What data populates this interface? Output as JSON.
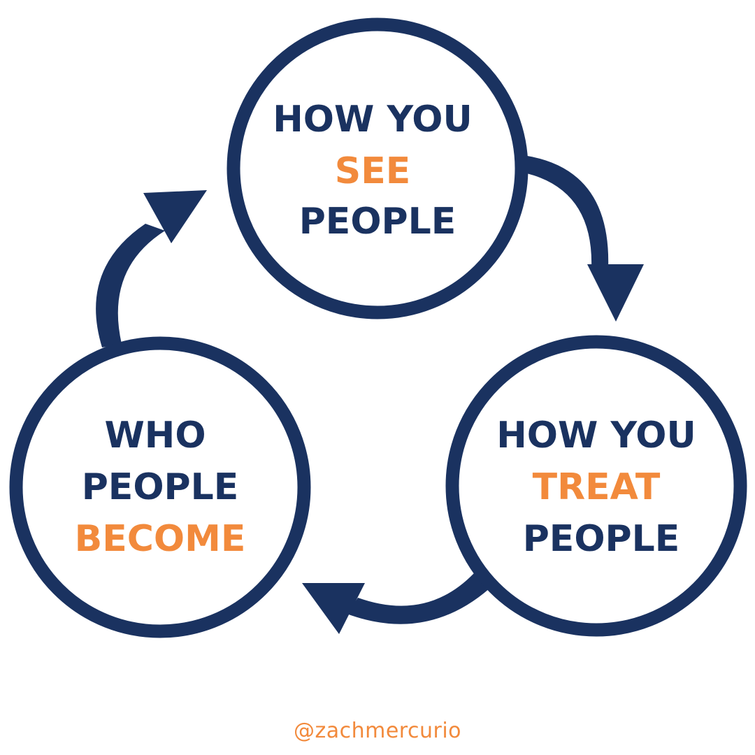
{
  "colors": {
    "navy": "#1a3260",
    "orange": "#f28a3c",
    "background": "#ffffff"
  },
  "nodes": {
    "see": {
      "line1": "HOW YOU",
      "line2": "SEE",
      "line3": "PEOPLE"
    },
    "treat": {
      "line1": "HOW YOU",
      "line2": "TREAT",
      "line3": "PEOPLE"
    },
    "become": {
      "line1": "WHO",
      "line2": "PEOPLE",
      "line3": "BECOME"
    }
  },
  "footer": {
    "handle": "@zachmercurio"
  }
}
